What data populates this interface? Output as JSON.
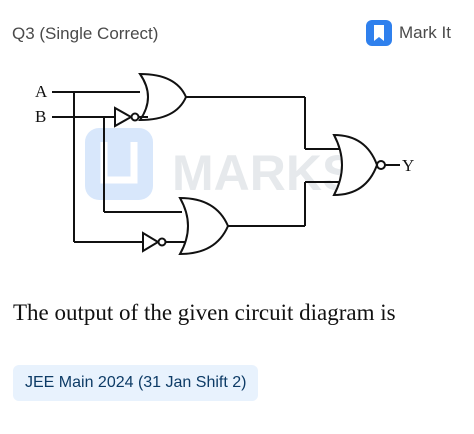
{
  "header": {
    "question_label": "Q3 (Single Correct)",
    "mark_button_label": "Mark It",
    "mark_icon": "bookmark-icon",
    "accent_color": "#2f80ed"
  },
  "diagram": {
    "input_a": "A",
    "input_b": "B",
    "output": "Y",
    "watermark": "MARKS"
  },
  "question_text": "The output of the given circuit diagram is",
  "source_tag": "JEE Main 2024 (31 Jan Shift 2)"
}
